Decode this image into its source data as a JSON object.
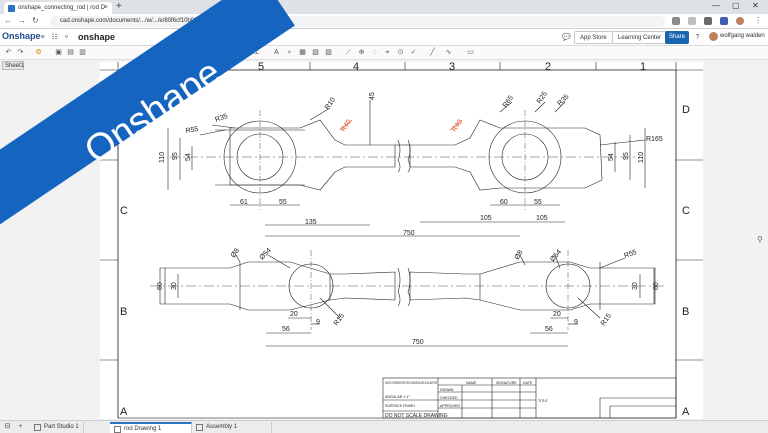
{
  "browser": {
    "tab_title": "onshape_connecting_rod | rod D",
    "tab_close": "×",
    "new_tab": "+",
    "url": "cad.onshape.com/documents/.../w/.../e/80f6cf10b027bebbba832fe",
    "window_min": "—",
    "window_max": "▢",
    "window_close": "✕"
  },
  "app": {
    "logo": "Onshape",
    "doc_name": "onshape",
    "app_store": "App Store",
    "learning_center": "Learning Center",
    "share": "Share",
    "help": "?",
    "user_name": "wolfgang walden"
  },
  "sheet": {
    "label": "Sheet1",
    "col_labels": [
      "5",
      "4",
      "3",
      "2",
      "1"
    ],
    "row_labels": [
      "D",
      "C",
      "B",
      "A"
    ]
  },
  "drawing": {
    "top_view_dims": {
      "r35_a": "R35",
      "r55_a": "R55",
      "r10": "R10",
      "r40_a": "R40",
      "d45": "45",
      "r40_b": "R40",
      "r65": "R65",
      "r25": "R25",
      "r35_b": "R35",
      "r165": "R165",
      "d110_a": "110",
      "d95_a": "95",
      "d54_a": "54",
      "d61": "61",
      "d55_a": "55",
      "d135": "135",
      "d750_a": "750",
      "d105_a": "105",
      "d60_a": "60",
      "d55_b": "55",
      "d105_b": "105",
      "d54_b": "54",
      "d95_b": "95",
      "d110_b": "110"
    },
    "bottom_view_dims": {
      "d60_a": "60",
      "d30_a": "30",
      "d8_a": "Ø8",
      "d54_a": "Ø54",
      "d20_a": "20",
      "d56_a": "56",
      "d9_a": "9",
      "r15_a": "R15",
      "d750_b": "750",
      "d8_b": "Ø8",
      "d54_b": "Ø54",
      "r55": "R55",
      "d20_b": "20",
      "d56_b": "56",
      "d9_b": "9",
      "r15_b": "R15",
      "d30_b": "30",
      "d60_b": "60"
    },
    "title_block": {
      "note": "UNLESS OTHERWISE SPECIFIED: DIMENSIONS ARE IN MILLIMETERS",
      "name_hdr": "NAME",
      "signature_hdr": "SIGNATURE",
      "date_hdr": "DATE",
      "drawn": "DRAWN",
      "checked": "CHECKED",
      "approved": "APPROVED",
      "surface_finish": "SURFACE FINISH",
      "angular": "ANGULAR ± 1°",
      "no_scale": "DO NOT SCALE DRAWING",
      "title": "TITLE"
    }
  },
  "bottom_tabs": [
    "Part Studio 1",
    "rod Drawing 1",
    "Assembly 1"
  ],
  "banner": {
    "text": "Onshape"
  },
  "colors": {
    "banner": "#1565c0",
    "accent": "#1a65b0",
    "dim_red": "#e05020"
  }
}
